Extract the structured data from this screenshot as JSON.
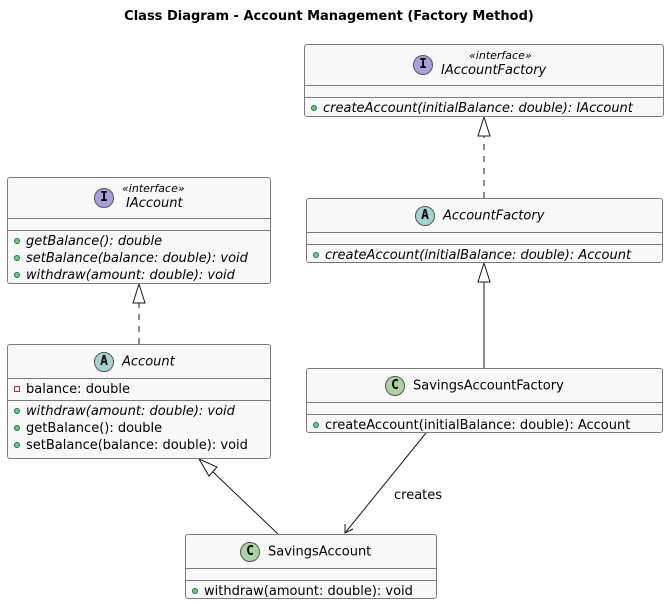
{
  "title": "Class Diagram - Account Management (Factory Method)",
  "classes": {
    "iaccountfactory": {
      "stereotype": "«interface»",
      "name": "IAccountFactory",
      "methods": [
        "createAccount(initialBalance: double): IAccount"
      ]
    },
    "iaccount": {
      "stereotype": "«interface»",
      "name": "IAccount",
      "methods": [
        "getBalance(): double",
        "setBalance(balance: double): void",
        "withdraw(amount: double): void"
      ]
    },
    "accountfactory": {
      "name": "AccountFactory",
      "methods": [
        "createAccount(initialBalance: double): Account"
      ]
    },
    "account": {
      "name": "Account",
      "fields": [
        "balance: double"
      ],
      "methods": [
        "withdraw(amount: double): void",
        "getBalance(): double",
        "setBalance(balance: double): void"
      ]
    },
    "savingsaccountfactory": {
      "name": "SavingsAccountFactory",
      "methods": [
        "createAccount(initialBalance: double): Account"
      ]
    },
    "savingsaccount": {
      "name": "SavingsAccount",
      "methods": [
        "withdraw(amount: double): void"
      ]
    }
  },
  "badges": {
    "interface": "I",
    "abstract": "A",
    "class": "C"
  },
  "edges": {
    "creates_label": "creates"
  },
  "colors": {
    "interface_badge": "#a9a0db",
    "abstract_badge": "#a7d3cf",
    "class_badge": "#acd1a4",
    "public_marker": "#84be84",
    "private_marker": "#c82930",
    "box_fill": "#f8f8f8",
    "box_border": "#7a7a7a"
  }
}
